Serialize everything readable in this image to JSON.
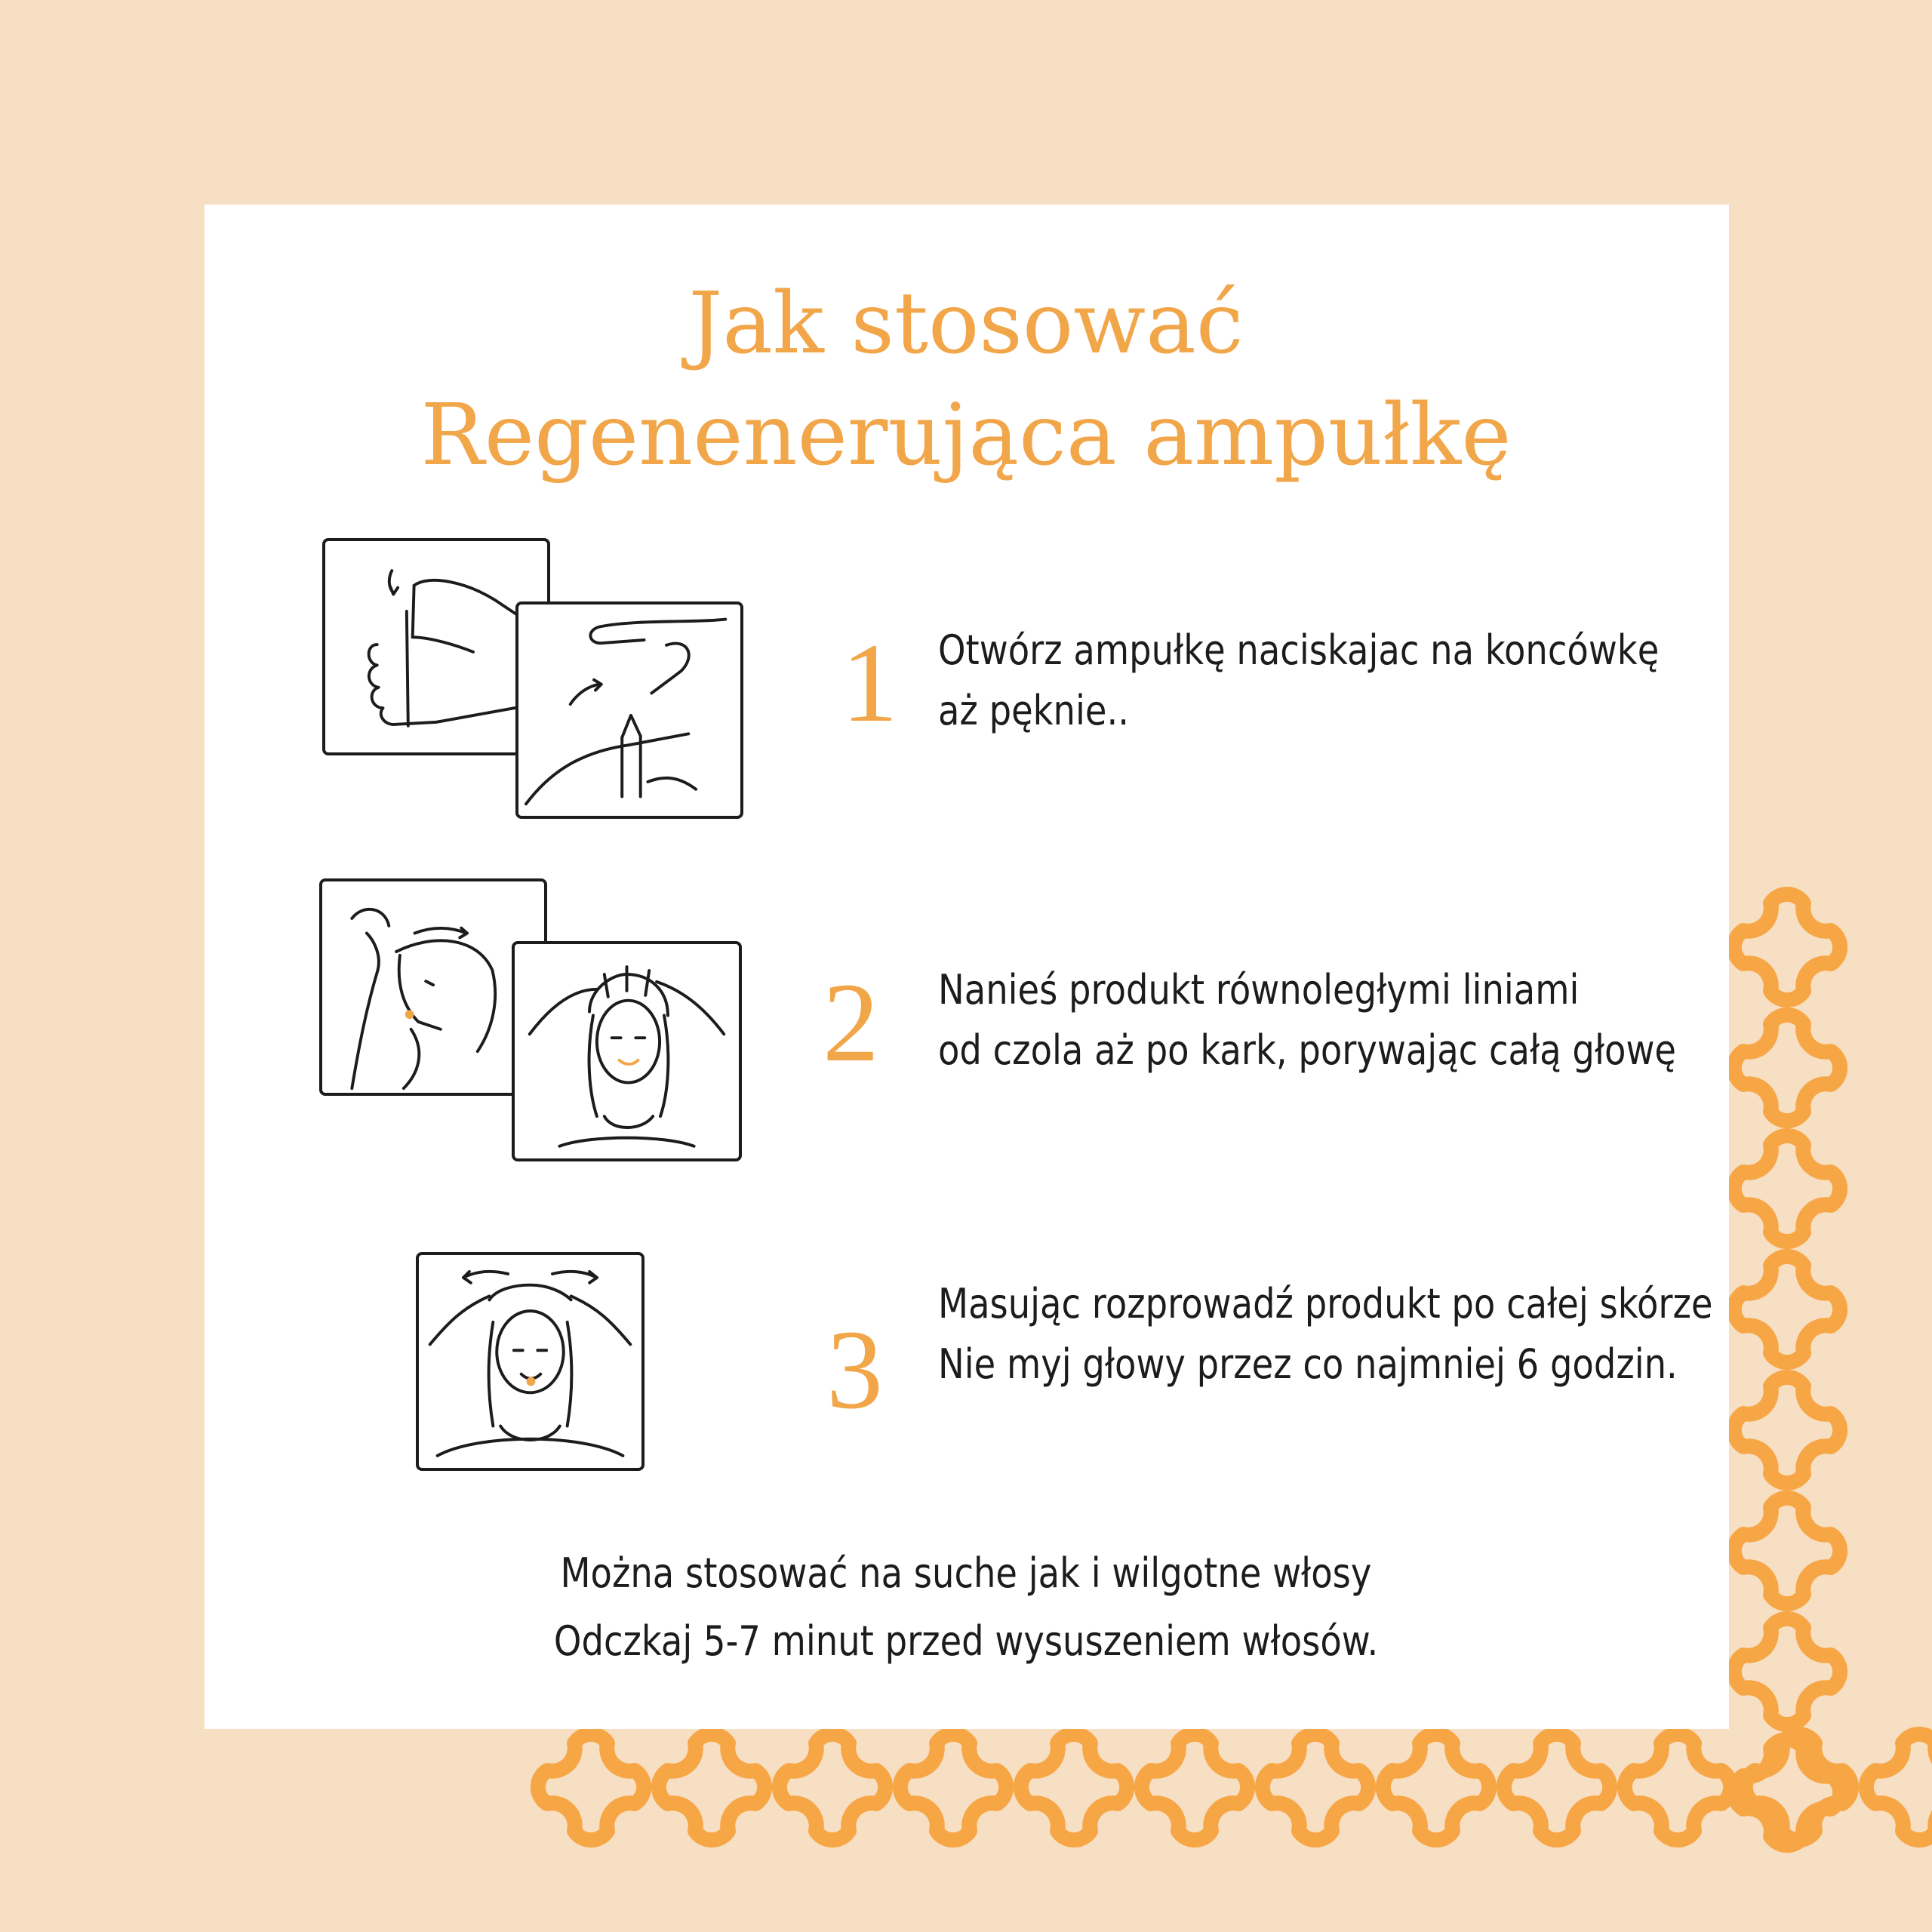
{
  "title": {
    "line1": "Jak stosować",
    "line2": "Regenenerująca ampułkę"
  },
  "steps": [
    {
      "number": "1",
      "line1": "Otwórz ampułkę naciskajac na koncówkę",
      "line2": "aż pęknie.."
    },
    {
      "number": "2",
      "line1": "Nanieś produkt równoległymi liniami",
      "line2": "od czola aż po kark, porywając całą głowę"
    },
    {
      "number": "3",
      "line1": "Masując rozprowadź produkt po całej skórze",
      "line2": "Nie myj głowy przez co najmniej 6 godzin."
    }
  ],
  "footer": {
    "line1": "Można stosować na suche jak i wilgotne włosy",
    "line2": "Odczkaj 5-7 minut przed wysuszeniem włosów."
  },
  "colors": {
    "background": "#f7dfc3",
    "card": "#ffffff",
    "accent": "#f2a64a",
    "text": "#1c1c1c"
  },
  "icons": [
    "ampoule-open-icon",
    "ampoule-snap-icon",
    "apply-side-icon",
    "apply-front-icon",
    "massage-icon"
  ]
}
